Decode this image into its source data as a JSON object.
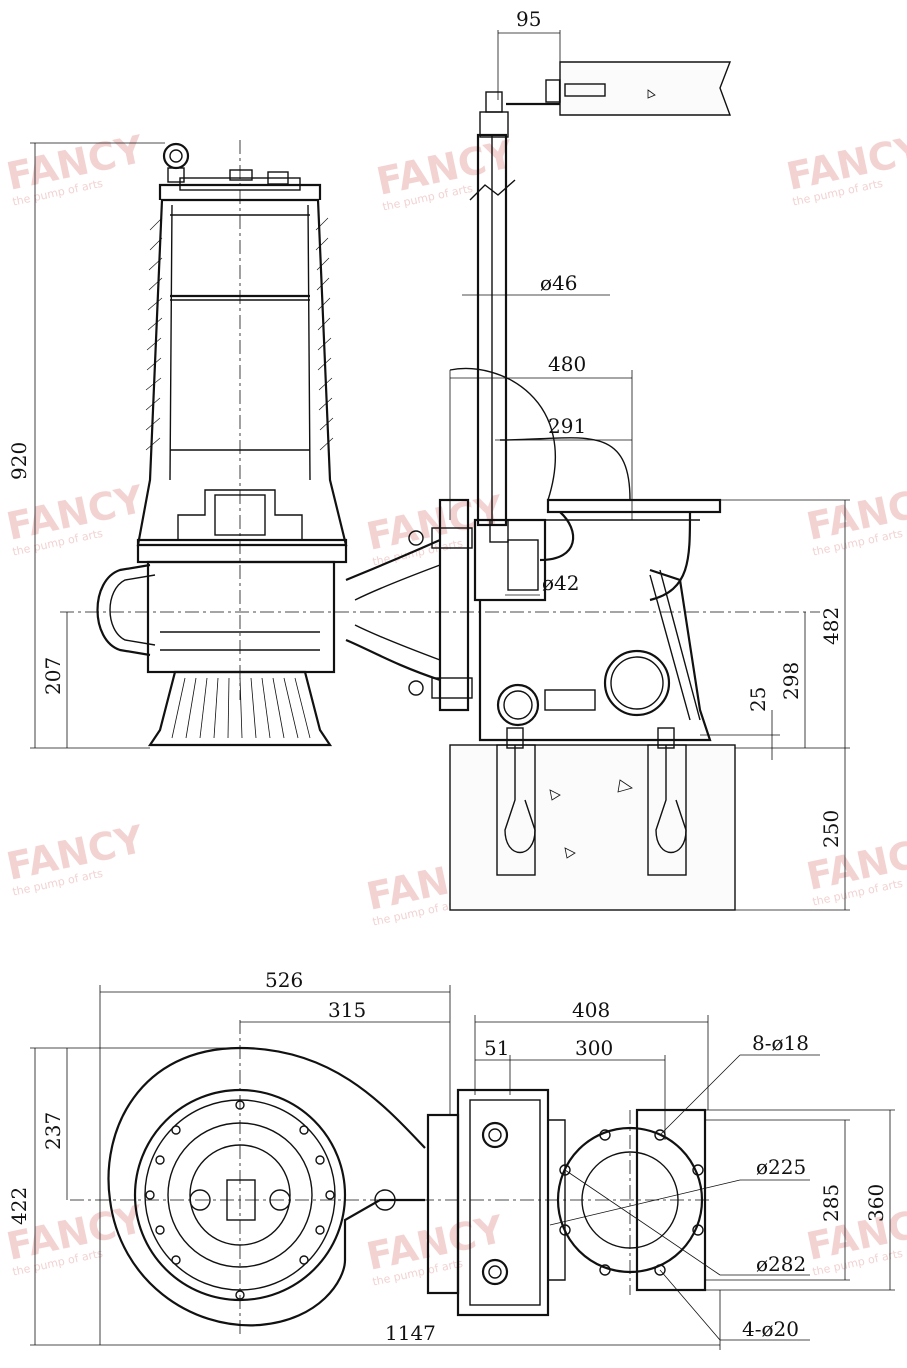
{
  "watermark": {
    "brand": "FANCY",
    "tagline": "the pump of arts"
  },
  "side_view": {
    "dimensions": {
      "top_width": "95",
      "guide_rail_diameter": "ø46",
      "outlet_offset": "480",
      "rail_offset": "291",
      "small_diameter": "ø42",
      "total_height": "920",
      "inlet_center_height": "207",
      "outlet_height": "482",
      "base_center_height": "298",
      "base_clearance": "25",
      "foundation_depth": "250"
    }
  },
  "plan_view": {
    "dimensions": {
      "overall_width_526": "526",
      "center_offset": "315",
      "base_width": "408",
      "bolt_offset": "51",
      "bolt_spacing": "300",
      "bolt_holes": "8-ø18",
      "inner_diameter": "ø225",
      "pcd": "ø282",
      "anchor_holes": "4-ø20",
      "side_depth": "237",
      "overall_depth": "422",
      "base_depth_285": "285",
      "base_depth_360": "360",
      "total_length": "1147"
    }
  }
}
